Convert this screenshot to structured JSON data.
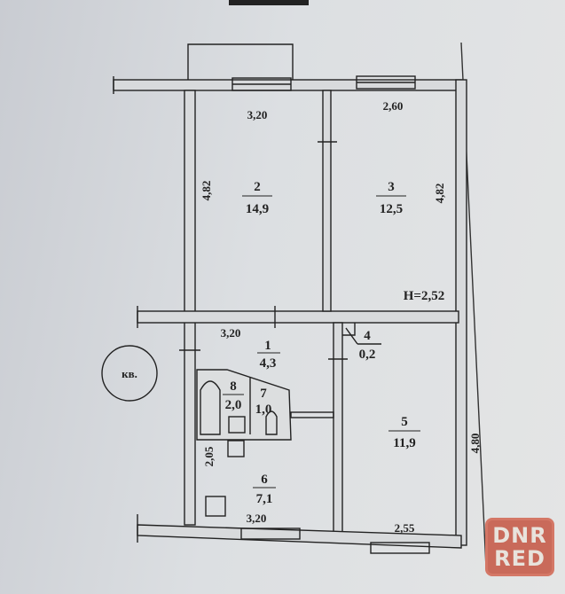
{
  "plan": {
    "ceiling_height": "H=2,52",
    "apartment_label": "кв.",
    "dimensions": {
      "room2_width": "3,20",
      "room3_width": "2,60",
      "room2_length": "4,82",
      "room3_length": "4,82",
      "corridor_width": "3,20",
      "room5_length": "4,80",
      "kitchen_length": "2,05",
      "kitchen_width": "3,20",
      "room5_width": "2,55"
    },
    "rooms": [
      {
        "number": "1",
        "area": "4,3"
      },
      {
        "number": "2",
        "area": "14,9"
      },
      {
        "number": "3",
        "area": "12,5"
      },
      {
        "number": "4",
        "area": "0,2"
      },
      {
        "number": "5",
        "area": "11,9"
      },
      {
        "number": "6",
        "area": "7,1"
      },
      {
        "number": "7",
        "area": "1,0"
      },
      {
        "number": "8",
        "area": "2,0"
      }
    ]
  },
  "watermark": {
    "line1": "DNR",
    "line2": "RED"
  }
}
